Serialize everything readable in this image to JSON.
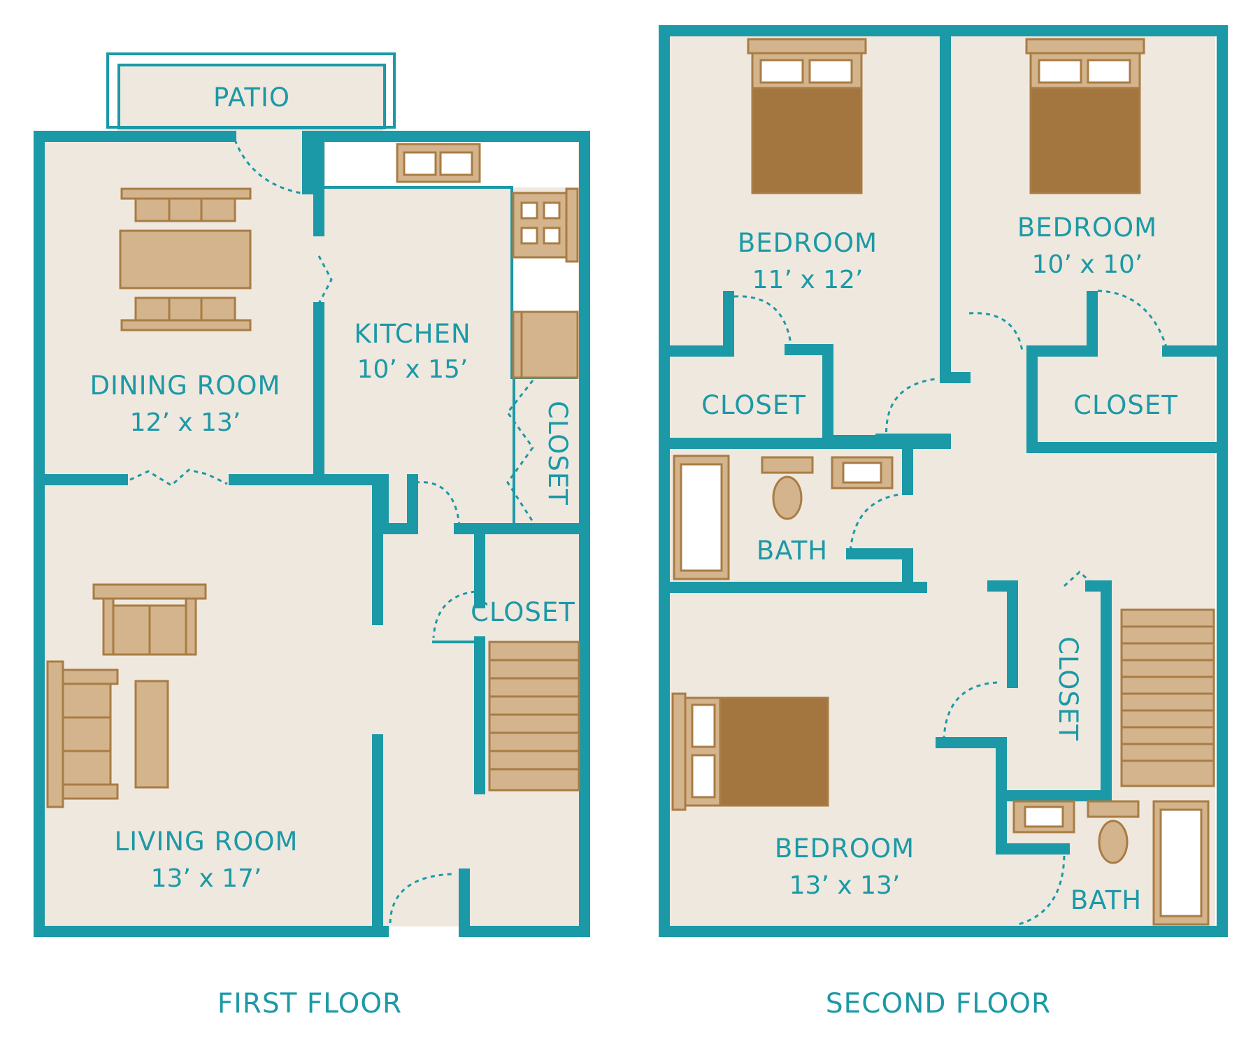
{
  "colors": {
    "wall": "#1b99a6",
    "floor": "#efe8df",
    "furniture_fill": "#d4b48c",
    "furniture_stroke": "#a87c44",
    "bed_dark": "#a3753f",
    "white": "#ffffff",
    "label": "#1b99a6"
  },
  "first_floor": {
    "title": "FIRST FLOOR",
    "patio": {
      "name": "PATIO"
    },
    "dining_room": {
      "name": "DINING ROOM",
      "dims": "12’ x 13’"
    },
    "kitchen": {
      "name": "KITCHEN",
      "dims": "10’ x 15’"
    },
    "kitchen_closet": {
      "name": "CLOSET"
    },
    "hall_closet": {
      "name": "CLOSET"
    },
    "living_room": {
      "name": "LIVING ROOM",
      "dims": "13’ x 17’"
    }
  },
  "second_floor": {
    "title": "SECOND FLOOR",
    "bedroom_1": {
      "name": "BEDROOM",
      "dims": "11’ x 12’"
    },
    "bedroom_2": {
      "name": "BEDROOM",
      "dims": "10’ x 10’"
    },
    "closet_1": {
      "name": "CLOSET"
    },
    "closet_2": {
      "name": "CLOSET"
    },
    "bath_1": {
      "name": "BATH"
    },
    "hall_closet": {
      "name": "CLOSET"
    },
    "bedroom_3": {
      "name": "BEDROOM",
      "dims": "13’ x 13’"
    },
    "bath_2": {
      "name": "BATH"
    }
  }
}
